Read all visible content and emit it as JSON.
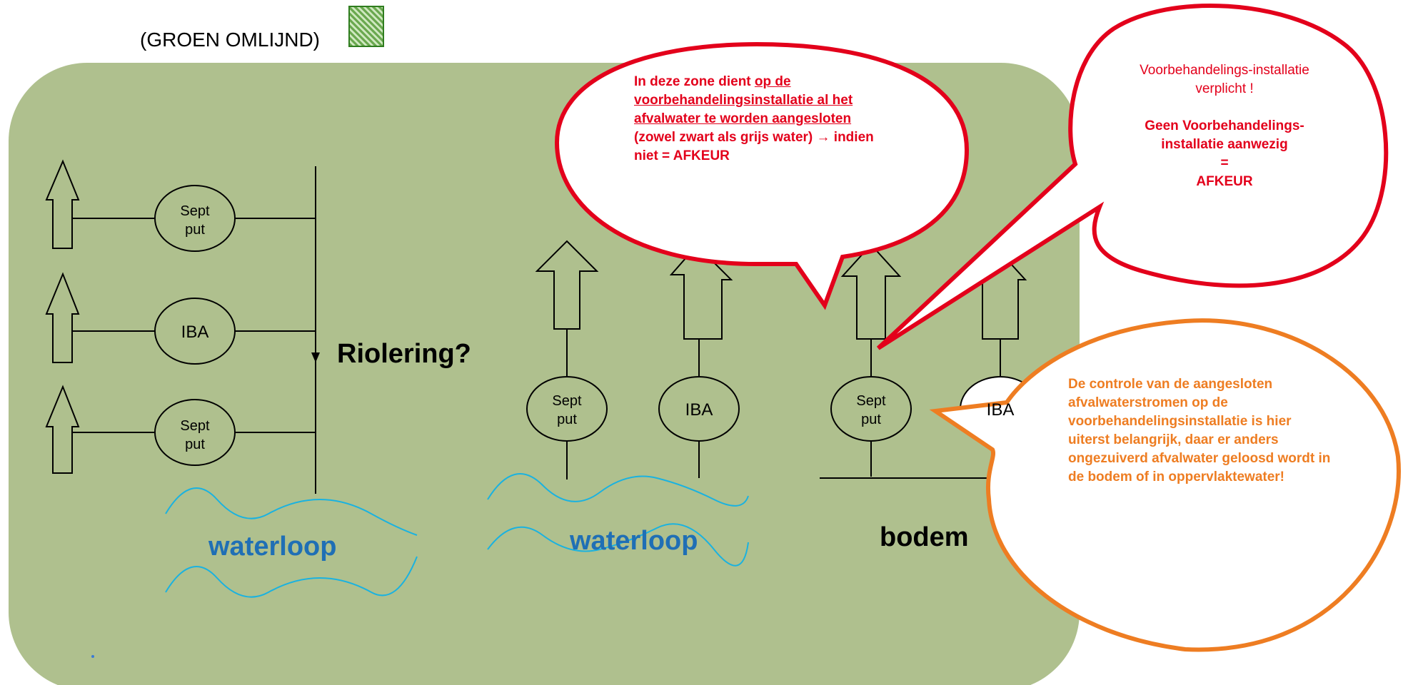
{
  "legend": {
    "label": "(GROEN OMLIJND)"
  },
  "labels": {
    "sept_put_line1": "Sept",
    "sept_put_line2": "put",
    "iba": "IBA",
    "riolering": "Riolering?",
    "waterloop": "waterloop",
    "bodem": "bodem"
  },
  "callouts": {
    "red_left": {
      "text1": "In deze zone dient ",
      "underlined": "op de voorbehandelingsinstallatie al het afvalwater te worden aangesloten ",
      "text2": "(zowel zwart als grijs water) → indien niet = AFKEUR"
    },
    "red_right": {
      "line1": "Voorbehandelings-installatie verplicht !",
      "line2": "Geen Voorbehandelings-installatie aanwezig",
      "line3": "=",
      "line4": "AFKEUR"
    },
    "orange": {
      "text": "De controle van de aangesloten afvalwaterstromen op de voorbehandelingsinstallatie is hier uiterst belangrijk, daar er anders ongezuiverd afvalwater geloosd wordt in de bodem of in oppervlaktewater!"
    }
  },
  "colors": {
    "zone": "#afc08e",
    "water": "#1ab2e0",
    "waterloop_text": "#1f6fb5",
    "red": "#e3001b",
    "orange": "#ee7d22"
  }
}
